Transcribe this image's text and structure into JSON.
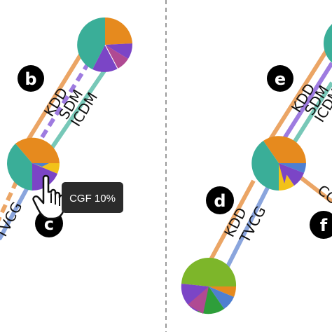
{
  "colors": {
    "orange": "#E68A1E",
    "teal": "#3AAE98",
    "purple": "#7B45C6",
    "lightpurple": "#A17CD6",
    "magenta": "#B04A93",
    "blue": "#4F7FD1",
    "yellow": "#F2C21A",
    "green": "#2E9E3A",
    "lime": "#7DB62A",
    "link_orange": "#EBA565",
    "link_purple": "#9E7BE0",
    "link_teal": "#77C8B8",
    "link_blue": "#8AA5DD",
    "divider": "#9a9a9a",
    "badge": "#000000",
    "tooltip": "#2b2b2b"
  },
  "left_panel": {
    "link_labels": [
      "KDD",
      "SDM",
      "ICDM"
    ],
    "bottom_link_label": "TVCG",
    "badges": [
      "b",
      "c"
    ],
    "tooltip_text": "CGF 10%",
    "cursor_icon": "hand-pointer-icon"
  },
  "right_panel": {
    "link_labels": [
      "KDD",
      "SDM",
      "ICDM"
    ],
    "bottom_link_labels": [
      "KDD",
      "TVCG"
    ],
    "side_link_label": "CG",
    "badges": [
      "e",
      "d",
      "f"
    ]
  }
}
